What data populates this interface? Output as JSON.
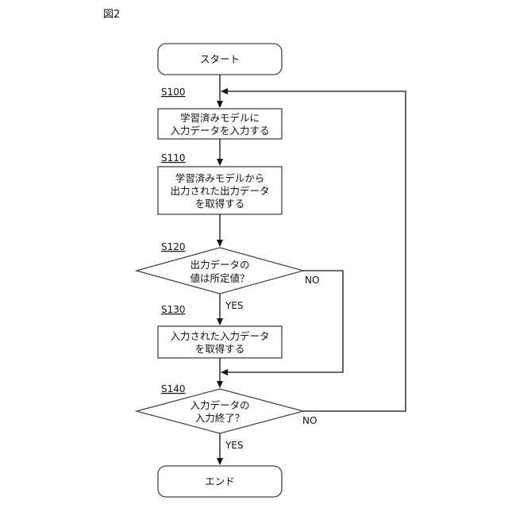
{
  "figure_label": "図2",
  "nodes": {
    "start": "スタート",
    "s100": {
      "step": "S100",
      "line1": "学習済みモデルに",
      "line2": "入力データを入力する"
    },
    "s110": {
      "step": "S110",
      "line1": "学習済みモデルから",
      "line2": "出力された出力データ",
      "line3": "を取得する"
    },
    "s120": {
      "step": "S120",
      "line1": "出力データの",
      "line2": "値は所定値？",
      "yes": "YES",
      "no": "NO"
    },
    "s130": {
      "step": "S130",
      "line1": "入力された入力データ",
      "line2": "を取得する"
    },
    "s140": {
      "step": "S140",
      "line1": "入力データの",
      "line2": "入力終了？",
      "yes": "YES",
      "no": "NO"
    },
    "end": "エンド"
  }
}
